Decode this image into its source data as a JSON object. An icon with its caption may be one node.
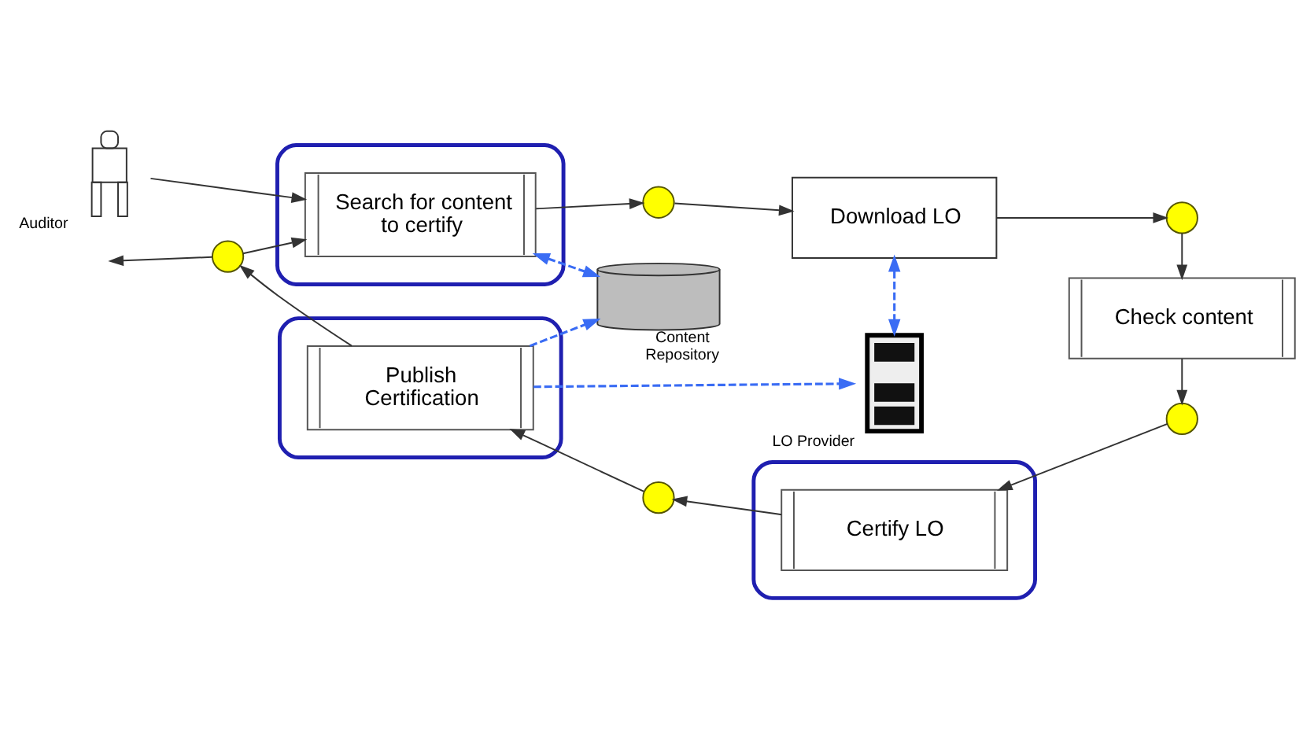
{
  "diagram": {
    "nodes": [
      {
        "text": [],
        "shape": "person",
        "beside": [
          "Auditor"
        ]
      },
      {
        "text": [],
        "shape": "ellipse"
      },
      {
        "text": [
          "Search for content to certify"
        ],
        "in": 1
      },
      {
        "text": [],
        "shape": "circle"
      },
      {
        "text": [
          "Download LO"
        ]
      },
      {
        "text": [],
        "shape": "circle"
      },
      {
        "text": [],
        "shape": "cylinder",
        "beside": [
          "Content Repository"
        ]
      },
      {
        "text": [],
        "shape": "server",
        "beside": [
          "LO Provider"
        ]
      },
      {
        "text": [
          "Check content"
        ]
      },
      {
        "text": [],
        "shape": "circle"
      },
      {
        "text": [],
        "shape": "circle"
      },
      {
        "text": [],
        "shape": "ellipse"
      },
      {
        "text": [
          "Publish Certification"
        ],
        "in": 11
      },
      {
        "text": [],
        "shape": "circle"
      },
      {
        "text": [],
        "shape": "ellipse"
      },
      {
        "text": [
          "Certify LO"
        ],
        "in": 14
      }
    ],
    "edges": [
      {
        "from": 0,
        "to": 2,
        "arrow": "to"
      },
      {
        "from": 10,
        "to": 2,
        "arrow": "to"
      },
      {
        "from": 2,
        "to": 3,
        "arrow": "to"
      },
      {
        "from": 3,
        "to": 4,
        "arrow": "to"
      },
      {
        "from": 4,
        "to": 5,
        "arrow": "to"
      },
      {
        "from": 5,
        "to": 8,
        "arrow": "to"
      },
      {
        "from": 8,
        "to": 9,
        "arrow": "to"
      },
      {
        "from": 9,
        "to": 15,
        "arrow": "to"
      },
      {
        "from": 15,
        "to": 13,
        "arrow": "to"
      },
      {
        "from": 13,
        "to": 12,
        "arrow": "to"
      },
      {
        "from": 12,
        "to": 10,
        "arrow": "to"
      },
      {
        "from": 10,
        "to": null,
        "arrow": "to"
      },
      {
        "from": 2,
        "to": 6,
        "arrow": "both",
        "style": "dashed",
        "color": "#3a6cf4"
      },
      {
        "from": 4,
        "to": 7,
        "arrow": "both",
        "style": "dashed",
        "color": "#3a6cf4"
      },
      {
        "from": 12,
        "to": 6,
        "arrow": "to",
        "style": "dashed",
        "color": "#3a6cf4"
      },
      {
        "from": 12,
        "to": 7,
        "arrow": "to",
        "style": "dashed",
        "color": "#3a6cf4"
      }
    ]
  }
}
